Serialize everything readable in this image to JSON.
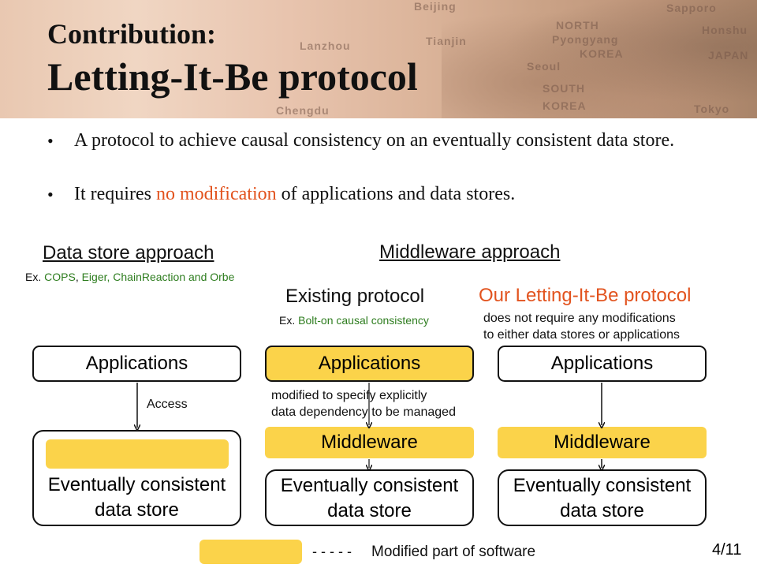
{
  "title": {
    "line1": "Contribution:",
    "line2": "Letting-It-Be protocol"
  },
  "map_labels": [
    "Beijing",
    "Tianjin",
    "NORTH",
    "Pyongyang",
    "KOREA",
    "Seoul",
    "SOUTH",
    "KOREA",
    "JAPAN",
    "Sapporo",
    "Honshu",
    "Tokyo",
    "Lanzhou",
    "Chengdu"
  ],
  "bullets": [
    {
      "text": "A protocol to achieve causal consistency on an eventually consistent data store."
    },
    {
      "before": "It requires ",
      "highlight": "no modification",
      "after": " of applications and data stores."
    }
  ],
  "datastore": {
    "heading": "Data store approach",
    "ex_prefix": "Ex. ",
    "ex_green1": "COPS",
    "ex_sep": ", ",
    "ex_green2": "Eiger, ChainReaction and Orbe",
    "applications": "Applications",
    "access_label": "Access",
    "store_line1": "Eventually consistent",
    "store_line2": "data store"
  },
  "middleware_heading": "Middleware approach",
  "existing": {
    "heading": "Existing protocol",
    "ex_prefix": "Ex. ",
    "ex_green": "Bolt-on causal consistency",
    "applications": "Applications",
    "note_line1": "modified to specify explicitly",
    "note_line2": "data dependency to be managed",
    "middleware": "Middleware",
    "store_line1": "Eventually consistent",
    "store_line2": "data store"
  },
  "ours": {
    "heading": "Our Letting-It-Be protocol",
    "note_line1": "does not require any modifications",
    "note_line2": "to either data stores or applications",
    "applications": "Applications",
    "middleware": "Middleware",
    "store_line1": "Eventually consistent",
    "store_line2": "data store"
  },
  "legend": {
    "dashes": "- - - - -",
    "label": "Modified part of software"
  },
  "page_number": "4/11",
  "colors": {
    "highlight_yellow": "#fbd34a",
    "accent_red": "#e2531e",
    "example_green": "#2e7d1f"
  }
}
